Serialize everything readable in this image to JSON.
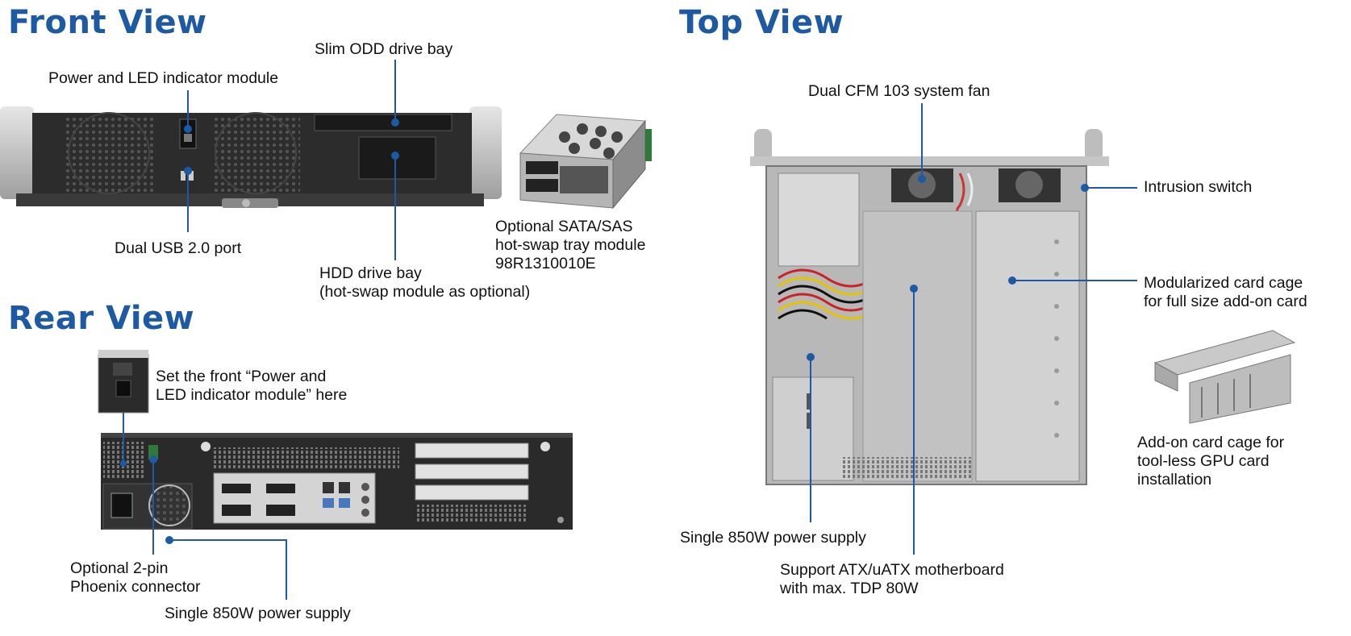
{
  "sections": {
    "front_view": "Front View",
    "top_view": "Top View",
    "rear_view": "Rear View"
  },
  "front_labels": {
    "power_led": "Power and LED indicator module",
    "slim_odd": "Slim ODD drive bay",
    "dual_usb": "Dual USB 2.0 port",
    "hdd_bay": [
      "HDD drive bay",
      "(hot-swap module as optional)"
    ],
    "sata_module": [
      "Optional SATA/SAS",
      "hot-swap tray module",
      "98R1310010E"
    ]
  },
  "rear_labels": {
    "set_front": [
      "Set the front “Power and",
      "LED indicator module” here"
    ],
    "phoenix": [
      "Optional 2-pin",
      "Phoenix connector"
    ],
    "psu": "Single 850W power supply"
  },
  "top_labels": {
    "fan": "Dual CFM 103 system fan",
    "intrusion": "Intrusion switch",
    "card_cage": [
      "Modularized card cage",
      "for full size add-on card"
    ],
    "addon_cage": [
      "Add-on card cage for",
      "tool-less GPU card",
      "installation"
    ],
    "psu": "Single 850W power supply",
    "motherboard": [
      "Support ATX/uATX motherboard",
      "with max. TDP 80W"
    ]
  },
  "colors": {
    "title": "#1d5aa3",
    "leader": "#1d5aa3",
    "chassis_dark": "#2a2a2a",
    "chassis_light": "#c8c8c8"
  }
}
